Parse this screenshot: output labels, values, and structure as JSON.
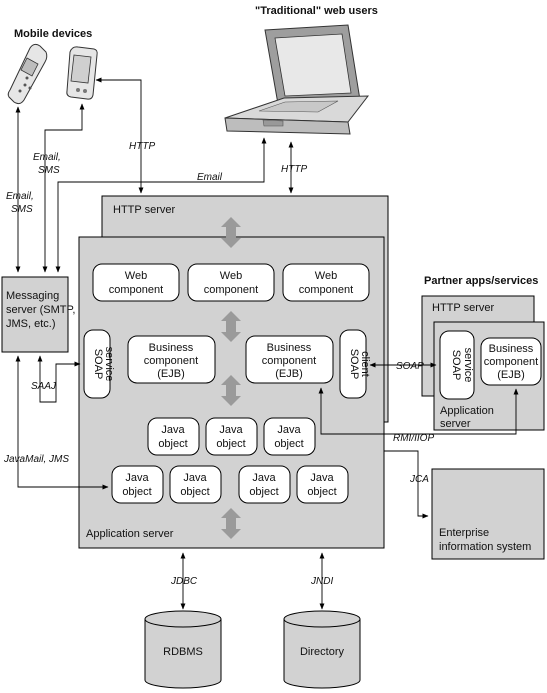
{
  "headings": {
    "mobile_devices": "Mobile devices",
    "web_users": "\"Traditional\" web users",
    "partner": "Partner apps/services"
  },
  "servers": {
    "http_server": "HTTP server",
    "app_server": "Application server",
    "partner_http": "HTTP server",
    "partner_app_1": "Application",
    "partner_app_2": "server",
    "messaging_1": "Messaging",
    "messaging_2": "server (SMTP,",
    "messaging_3": "JMS, etc.)",
    "eis_1": "Enterprise",
    "eis_2": "information system"
  },
  "components": {
    "web": [
      "Web",
      "component"
    ],
    "business": [
      "Business",
      "component",
      "(EJB)"
    ],
    "java": [
      "Java",
      "object"
    ],
    "soap_service": [
      "SOAP",
      "service"
    ],
    "soap_client": [
      "SOAP",
      "client"
    ]
  },
  "stores": {
    "rdbms": "RDBMS",
    "directory": "Directory"
  },
  "connectors": {
    "email_sms_left": [
      "Email,",
      "SMS"
    ],
    "email_sms_mid": [
      "Email,",
      "SMS"
    ],
    "http_left": "HTTP",
    "email": "Email",
    "http_right": "HTTP",
    "saaj": "SAAJ",
    "javamail": "JavaMail, JMS",
    "soap": "SOAP",
    "rmi": "RMI/IIOP",
    "jca": "JCA",
    "jdbc": "JDBC",
    "jndi": "JNDI"
  },
  "colors": {
    "server_fill": "#d2d2d2",
    "component_fill": "#ffffff",
    "arrow_gray": "#9a9a9a",
    "line": "#000000"
  }
}
